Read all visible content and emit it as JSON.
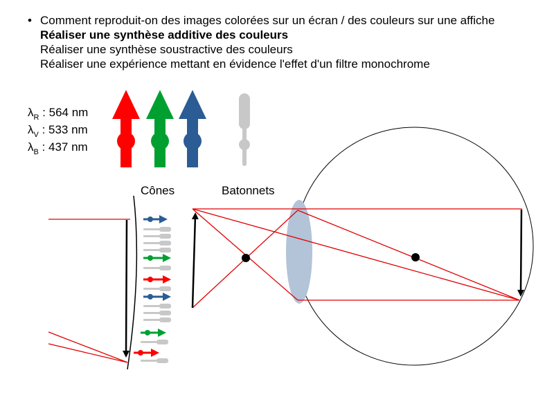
{
  "bullets": {
    "line1": "Comment reproduit-on des images colorées sur un écran / des couleurs sur une affiche",
    "line2": "Réaliser une synthèse additive des couleurs",
    "line3": "Réaliser une synthèse soustractive des couleurs",
    "line4": "Réaliser une expérience mettant en évidence l'effet d'un filtre monochrome"
  },
  "lambdas": [
    {
      "symbol": "λ",
      "sub": "R",
      "text": " : 564 nm"
    },
    {
      "symbol": "λ",
      "sub": "V",
      "text": " : 533 nm"
    },
    {
      "symbol": "λ",
      "sub": "B",
      "text": " : 437 nm"
    }
  ],
  "labels": {
    "cones": "Cônes",
    "rods": "Batonnets"
  },
  "colors": {
    "red": "#ff0000",
    "green": "#00a030",
    "blue": "#2b5c94",
    "gray": "#c8c8c8",
    "lens": "#b3c3d8",
    "ray": "#e00000"
  }
}
